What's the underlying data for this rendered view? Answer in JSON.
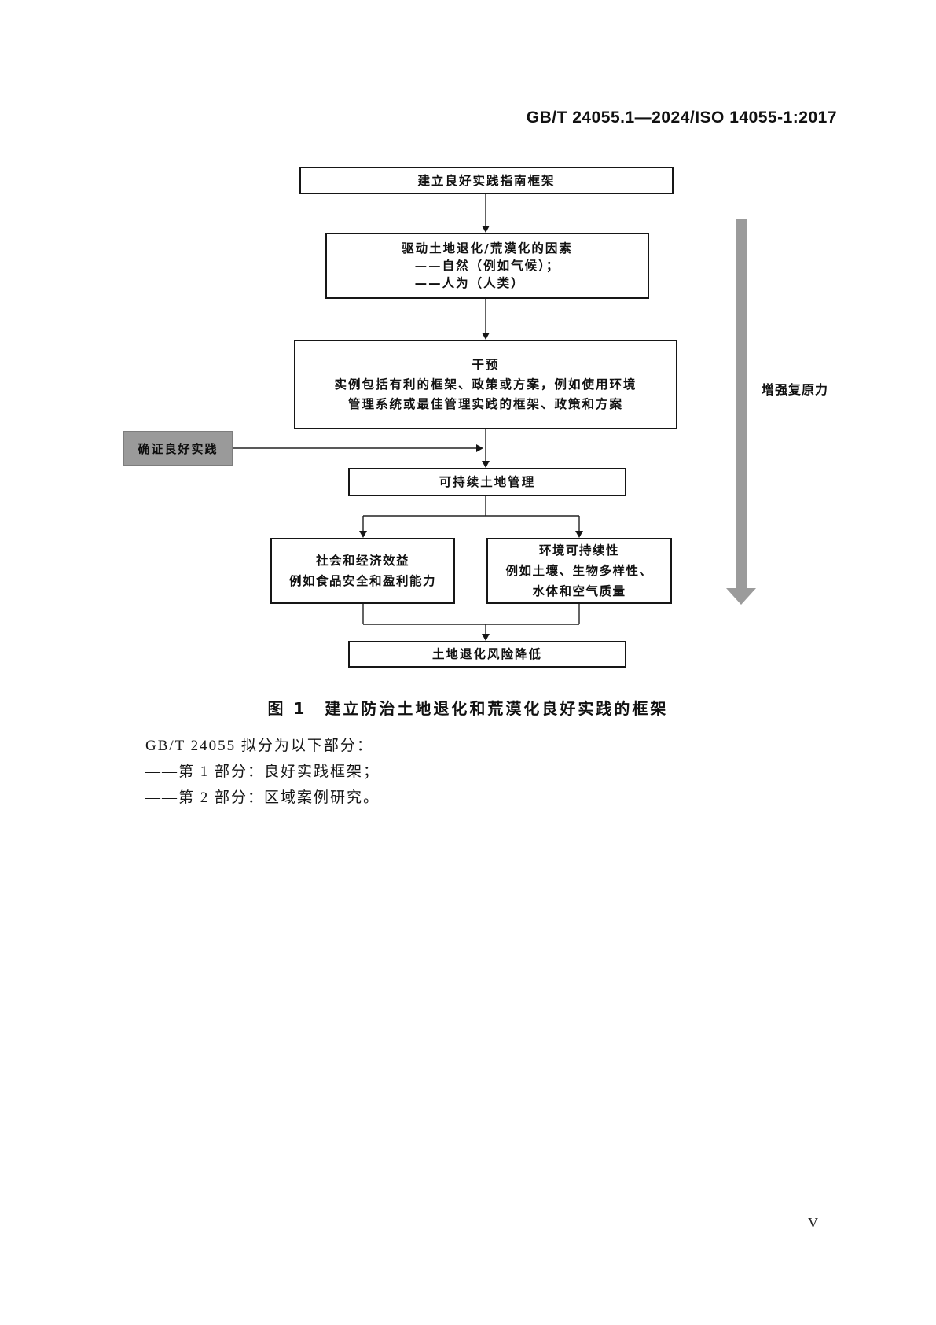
{
  "header": {
    "title": "GB/T 24055.1—2024/ISO 14055-1:2017"
  },
  "figure": {
    "caption": "图 1　建立防治土地退化和荒漠化良好实践的框架",
    "boxes": {
      "establish": "建立良好实践指南框架",
      "drivers": {
        "title": "驱动土地退化/荒漠化的因素",
        "items": [
          "——自然（例如气候）；",
          "——人为（人类）"
        ]
      },
      "intervention": {
        "title": "干预",
        "lines": [
          "实例包括有利的框架、政策或方案，例如使用环境",
          "管理系统或最佳管理实践的框架、政策和方案"
        ]
      },
      "verify": "确证良好实践",
      "sustainable_land": "可持续土地管理",
      "social_economic": {
        "title": "社会和经济效益",
        "lines": [
          "例如食品安全和盈利能力"
        ]
      },
      "environmental": {
        "title": "环境可持续性",
        "lines": [
          "例如土壤、生物多样性、",
          "水体和空气质量"
        ]
      },
      "risk_reduction": "土地退化风险降低"
    },
    "side_label": "增强复原力"
  },
  "body": {
    "intro": "GB/T 24055 拟分为以下部分：",
    "parts": [
      "——第 1 部分：良好实践框架；",
      "——第 2 部分：区域案例研究。"
    ]
  },
  "footer": {
    "page_number": "V"
  },
  "colors": {
    "ink": "#1a1a1a",
    "verify_fill": "#9a9a9a",
    "resilience_arrow": "#9b9b9b",
    "background": "#ffffff"
  }
}
